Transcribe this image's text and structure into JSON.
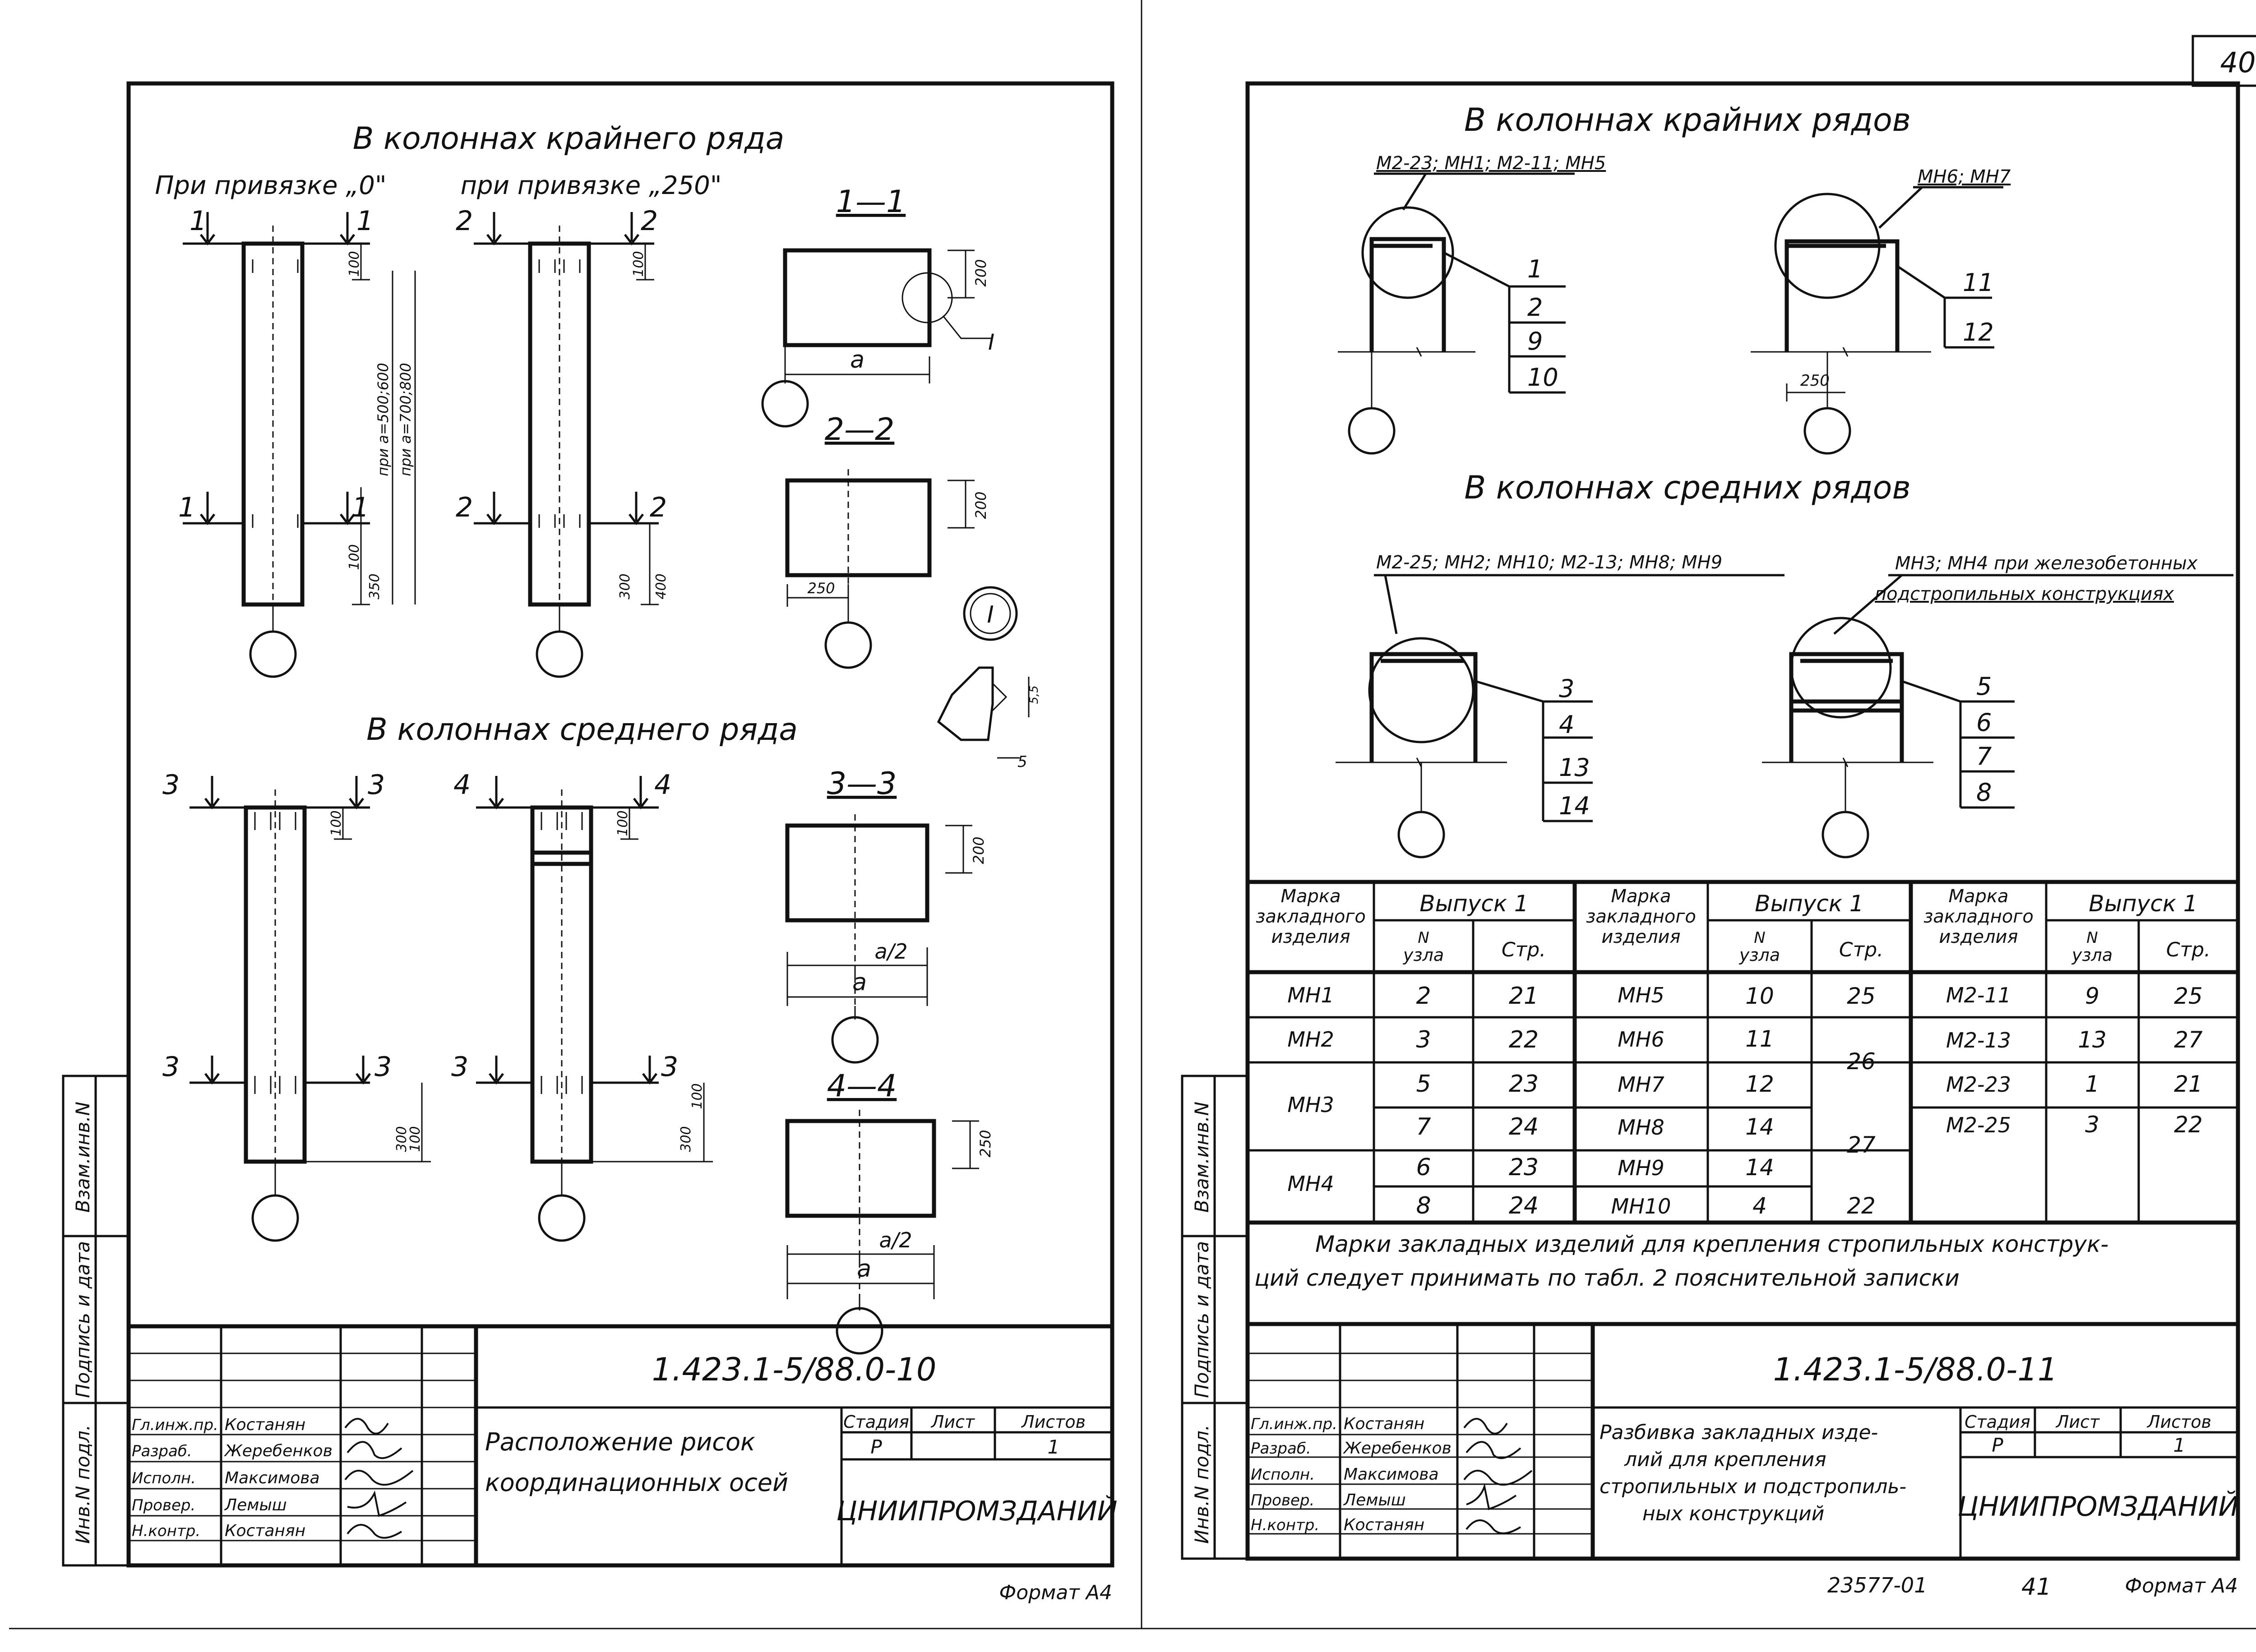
{
  "page_number": "40",
  "left_sheet": {
    "title_extreme": "В колоннах крайнего ряда",
    "caption_0": "При привязке „0\"",
    "caption_250": "при привязке „250\"",
    "title_middle": "В колоннах среднего ряда",
    "sections": [
      "1—1",
      "2—2",
      "3—3",
      "4—4"
    ],
    "cut_marks": [
      "1",
      "1",
      "2",
      "2",
      "3",
      "3",
      "4",
      "4"
    ],
    "node_mark": "I",
    "dims": {
      "d100": "100",
      "d200": "200",
      "d250": "250",
      "d300": "300",
      "d350": "350",
      "d400": "400",
      "d5": "5",
      "d55": "5,5",
      "a": "a",
      "a_half": "a/2",
      "side1": "при a=500;600",
      "side2": "при a=700;800"
    },
    "stamp": {
      "code": "1.423.1-5/88.0-10",
      "title": [
        "Расположение рисок",
        "координационных осей"
      ],
      "stage_h": "Стадия",
      "sheet_h": "Лист",
      "sheets_h": "Листов",
      "stage": "Р",
      "sheets": "1",
      "org": "ЦНИИПРОМЗДАНИЙ",
      "roles": [
        "Гл.инж.пр.",
        "Разраб.",
        "Исполн.",
        "Провер.",
        "Н.контр."
      ],
      "names": [
        "Костанян",
        "Жеребенков",
        "Максимова",
        "Лемыш",
        "Костанян"
      ],
      "format": "Формат А4"
    },
    "margin_labels": [
      "Взам.инв.N",
      "Подпись и дата",
      "Инв.N подл."
    ]
  },
  "right_sheet": {
    "title_extreme": "В колоннах крайних рядов",
    "title_middle": "В колоннах средних рядов",
    "label_a": "М2-23; МН1; М2-11; МН5",
    "label_b": "МН6; МН7",
    "label_c": "М2-25; МН2; МН10; М2-13; МН8; МН9",
    "label_d": [
      "МН3; МН4 при железобетонных",
      "подстропильных конструкциях"
    ],
    "node_nums_a": [
      "1",
      "2",
      "9",
      "10"
    ],
    "node_nums_b": [
      "11",
      "12"
    ],
    "node_nums_c": [
      "3",
      "4",
      "13",
      "14"
    ],
    "node_nums_d": [
      "5",
      "6",
      "7",
      "8"
    ],
    "dim_250": "250",
    "table": {
      "h_mark": [
        "Марка",
        "закладного",
        "изделия"
      ],
      "h_issue": "Выпуск 1",
      "h_node": [
        "N",
        "узла"
      ],
      "h_page": "Стр.",
      "g1": [
        [
          "МН1",
          "2",
          "21"
        ],
        [
          "МН2",
          "3",
          "22"
        ],
        [
          "МН3",
          "5",
          "23"
        ],
        [
          "",
          "7",
          "24"
        ],
        [
          "МН4",
          "6",
          "23"
        ],
        [
          "",
          "8",
          "24"
        ]
      ],
      "g2": [
        [
          "МН5",
          "10",
          "25"
        ],
        [
          "МН6",
          "11",
          "26"
        ],
        [
          "МН7",
          "12",
          ""
        ],
        [
          "МН8",
          "14",
          "27"
        ],
        [
          "МН9",
          "14",
          ""
        ],
        [
          "МН10",
          "4",
          "22"
        ]
      ],
      "g3": [
        [
          "М2-11",
          "9",
          "25"
        ],
        [
          "М2-13",
          "13",
          "27"
        ],
        [
          "М2-23",
          "1",
          "21"
        ],
        [
          "М2-25",
          "3",
          "22"
        ]
      ],
      "note": [
        "Марки закладных изделий для крепления стропильных конструк-",
        "ций следует принимать по табл. 2 пояснительной записки"
      ]
    },
    "stamp": {
      "code": "1.423.1-5/88.0-11",
      "title": [
        "Разбивка закладных изде-",
        "лий для крепления",
        "стропильных и подстропиль-",
        "ных конструкций"
      ],
      "stage_h": "Стадия",
      "sheet_h": "Лист",
      "sheets_h": "Листов",
      "stage": "Р",
      "sheets": "1",
      "org": "ЦНИИПРОМЗДАНИЙ",
      "roles": [
        "Гл.инж.пр.",
        "Разраб.",
        "Исполн.",
        "Провер.",
        "Н.контр."
      ],
      "names": [
        "Костанян",
        "Жеребенков",
        "Максимова",
        "Лемыш",
        "Костанян"
      ],
      "format": "Формат А4",
      "archive": "23577-01",
      "archive_page": "41"
    },
    "margin_labels": [
      "Взам.инв.N",
      "Подпись и дата",
      "Инв.N подл."
    ]
  }
}
